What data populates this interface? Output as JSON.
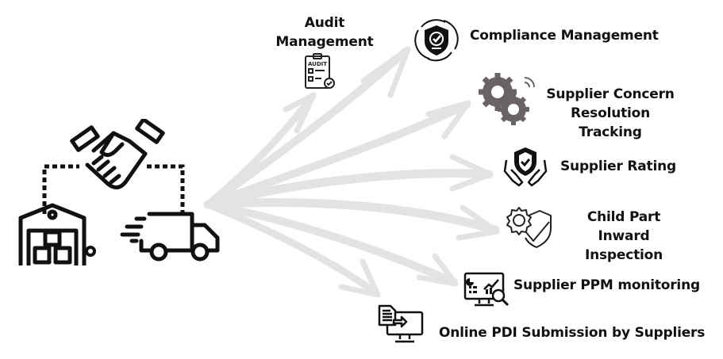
{
  "diagram": {
    "title": "Supplier management hub",
    "hub": {
      "left_icon": "warehouse-icon",
      "center_icon": "handshake-icon",
      "right_icon": "delivery-truck-icon"
    },
    "arrow_color": "#e3e3e3",
    "text_color": "#111111",
    "features": [
      {
        "id": "audit",
        "label_line1": "Audit",
        "label_line2": "Management",
        "icon": "audit-clipboard-icon"
      },
      {
        "id": "compliance",
        "label_line1": "Compliance Management",
        "label_line2": "",
        "icon": "compliance-shield-icon"
      },
      {
        "id": "concern",
        "label_line1": "Supplier Concern",
        "label_line2": "Resolution Tracking",
        "icon": "gears-icon"
      },
      {
        "id": "rating",
        "label_line1": "Supplier Rating",
        "label_line2": "",
        "icon": "hands-shield-icon"
      },
      {
        "id": "inspection",
        "label_line1": "Child Part Inward",
        "label_line2": "Inspection",
        "icon": "gear-shield-check-icon"
      },
      {
        "id": "ppm",
        "label_line1": "Supplier PPM monitoring",
        "label_line2": "",
        "icon": "monitor-analytics-icon"
      },
      {
        "id": "pdi",
        "label_line1": "Online PDI Submission by Suppliers",
        "label_line2": "",
        "icon": "document-transfer-monitor-icon"
      }
    ]
  }
}
